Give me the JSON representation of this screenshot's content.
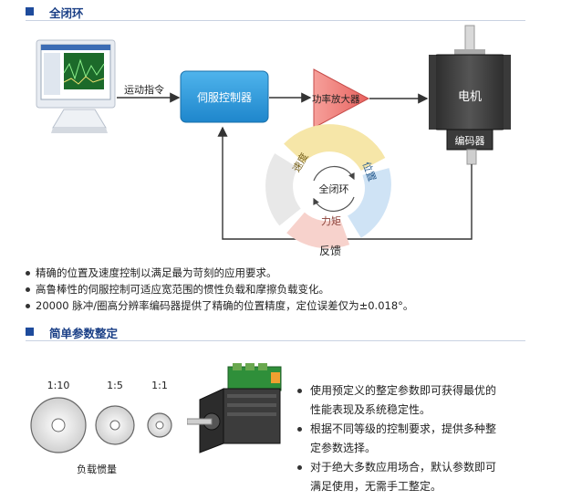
{
  "section1": {
    "title": "全闭环"
  },
  "diagram": {
    "command_label": "运动指令",
    "servo_label": "伺服控制器",
    "amp_label": "功率放大器",
    "motor_label": "电机",
    "encoder_label": "编码器",
    "feedback_label": "反馈",
    "loop_center": "全闭环",
    "loop_speed": "速度",
    "loop_position": "位置",
    "loop_torque": "力矩",
    "colors": {
      "servo_fill": "#2d9fe0",
      "amp_fill": "#f07a7a",
      "motor_body": "#3a3a3a"
    }
  },
  "bullets1": [
    "精确的位置及速度控制以满足最为苛刻的应用要求。",
    "高鲁棒性的伺服控制可适应宽范围的惯性负载和摩擦负载变化。",
    "20000 脉冲/圈高分辨率编码器提供了精确的位置精度，定位误差仅为±0.018°。"
  ],
  "section2": {
    "title": "简单参数整定"
  },
  "inertia": {
    "ratios": [
      "1:10",
      "1:5",
      "1:1"
    ],
    "caption": "负载惯量"
  },
  "bullets2": [
    {
      "lines": [
        "使用预定义的整定参数即可获得最优的",
        "性能表现及系统稳定性。"
      ]
    },
    {
      "lines": [
        "根据不同等级的控制要求，提供多种整",
        "定参数选择。"
      ]
    },
    {
      "lines": [
        "对于绝大多数应用场合，默认参数即可",
        "满足使用，无需手工整定。"
      ]
    }
  ]
}
